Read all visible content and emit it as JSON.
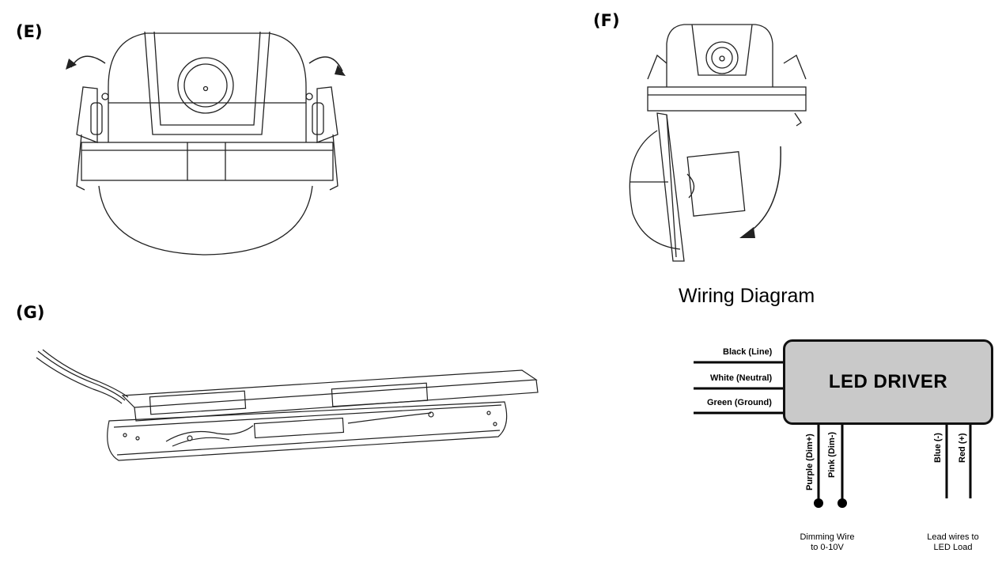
{
  "panels": {
    "e_label": "(E)",
    "f_label": "(F)",
    "g_label": "(G)"
  },
  "wiring": {
    "title": "Wiring Diagram",
    "driver_label": "LED DRIVER",
    "inputs": {
      "black": "Black (Line)",
      "white": "White (Neutral)",
      "green": "Green (Ground)"
    },
    "outputs": {
      "purple": "Purple (Dim+)",
      "pink": "Pink (Dim-)",
      "blue": "Blue (-)",
      "red": "Red (+)"
    },
    "captions": {
      "dimming_line1": "Dimming Wire",
      "dimming_line2": "to 0-10V",
      "lead_line1": "Lead wires to",
      "lead_line2": "LED Load"
    }
  }
}
